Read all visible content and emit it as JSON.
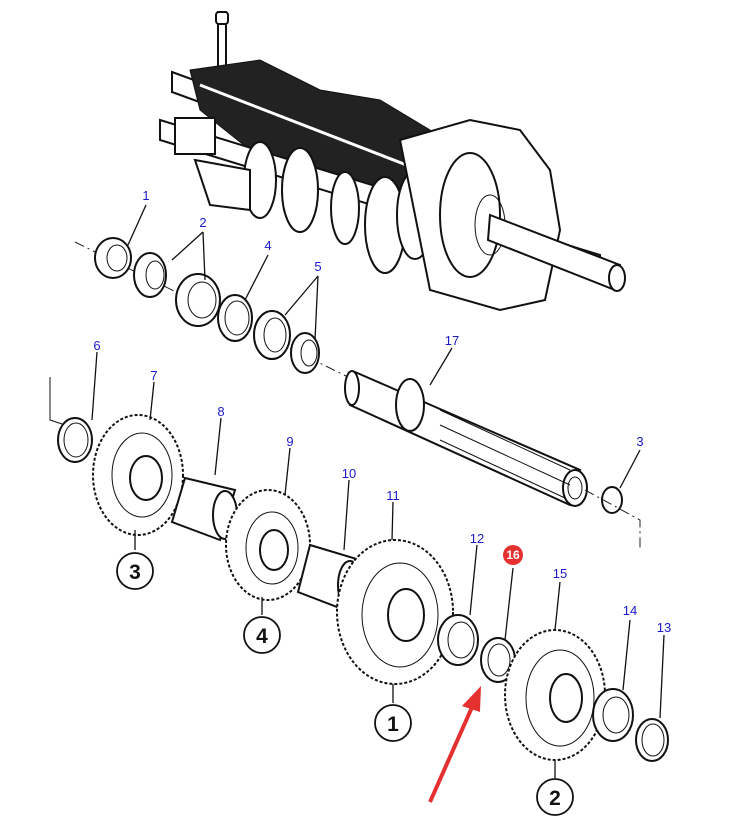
{
  "diagram": {
    "title": "Gearbox countershaft exploded parts view",
    "part_labels": [
      {
        "id": "1",
        "text": "1"
      },
      {
        "id": "2",
        "text": "2"
      },
      {
        "id": "3",
        "text": "3"
      },
      {
        "id": "4",
        "text": "4"
      },
      {
        "id": "5",
        "text": "5"
      },
      {
        "id": "6",
        "text": "6"
      },
      {
        "id": "7",
        "text": "7"
      },
      {
        "id": "8",
        "text": "8"
      },
      {
        "id": "9",
        "text": "9"
      },
      {
        "id": "10",
        "text": "10"
      },
      {
        "id": "11",
        "text": "11"
      },
      {
        "id": "12",
        "text": "12"
      },
      {
        "id": "13",
        "text": "13"
      },
      {
        "id": "14",
        "text": "14"
      },
      {
        "id": "15",
        "text": "15"
      },
      {
        "id": "17",
        "text": "17"
      }
    ],
    "highlighted_part": {
      "text": "16",
      "color": "#e53030"
    },
    "gear_callouts": [
      {
        "text": "3"
      },
      {
        "text": "4"
      },
      {
        "text": "1"
      },
      {
        "text": "2"
      }
    ],
    "arrow": {
      "color": "#e53030",
      "points_to": "16"
    },
    "label_color": "#1a1acc"
  }
}
